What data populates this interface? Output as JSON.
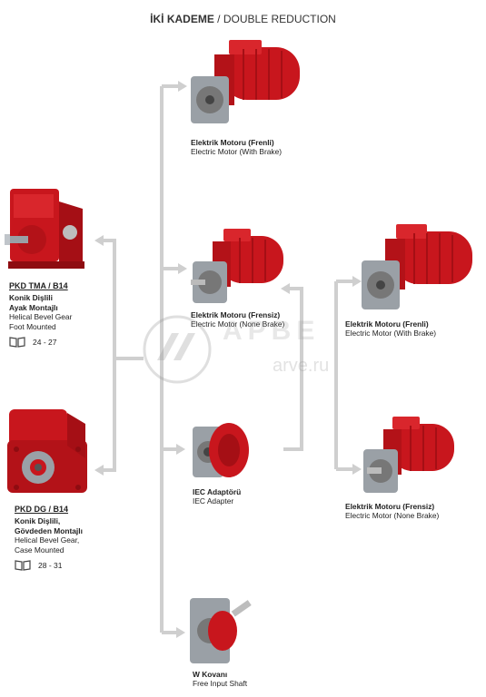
{
  "title": {
    "bold": "İKİ KADEME",
    "rest": " / DOUBLE REDUCTION"
  },
  "gearboxes": [
    {
      "code": "PKD TMA / B14",
      "tr_line1": "Konik Dişlili",
      "tr_line2": "Ayak Montajlı",
      "en_line1": "Helical Bevel Gear",
      "en_line2": "Foot Mounted",
      "pages": "24 - 27"
    },
    {
      "code": "PKD DG / B14",
      "tr_line1": "Konik Dişlili,",
      "tr_line2": "Gövdeden Montajlı",
      "en_line1": "Helical Bevel Gear,",
      "en_line2": "Case Mounted",
      "pages": "28 - 31"
    }
  ],
  "options": [
    {
      "tr": "Elektrik Motoru (Frenli)",
      "en": "Electric Motor (With Brake)"
    },
    {
      "tr": "Elektrik Motoru (Frensiz)",
      "en": "Electric Motor (None Brake)"
    },
    {
      "tr": "IEC Adaptörü",
      "en": "IEC Adapter"
    },
    {
      "tr": "W Kovanı",
      "en": "Free Input Shaft"
    }
  ],
  "adapter_options": [
    {
      "tr": "Elektrik Motoru (Frenli)",
      "en": "Electric Motor (With Brake)"
    },
    {
      "tr": "Elektrik Motoru (Frensiz)",
      "en": "Electric Motor (None Brake)"
    }
  ],
  "watermark": {
    "text": "APBE",
    "sub": "arve.ru"
  },
  "colors": {
    "product_red": "#c8161d",
    "connector_gray": "#cccccc"
  }
}
